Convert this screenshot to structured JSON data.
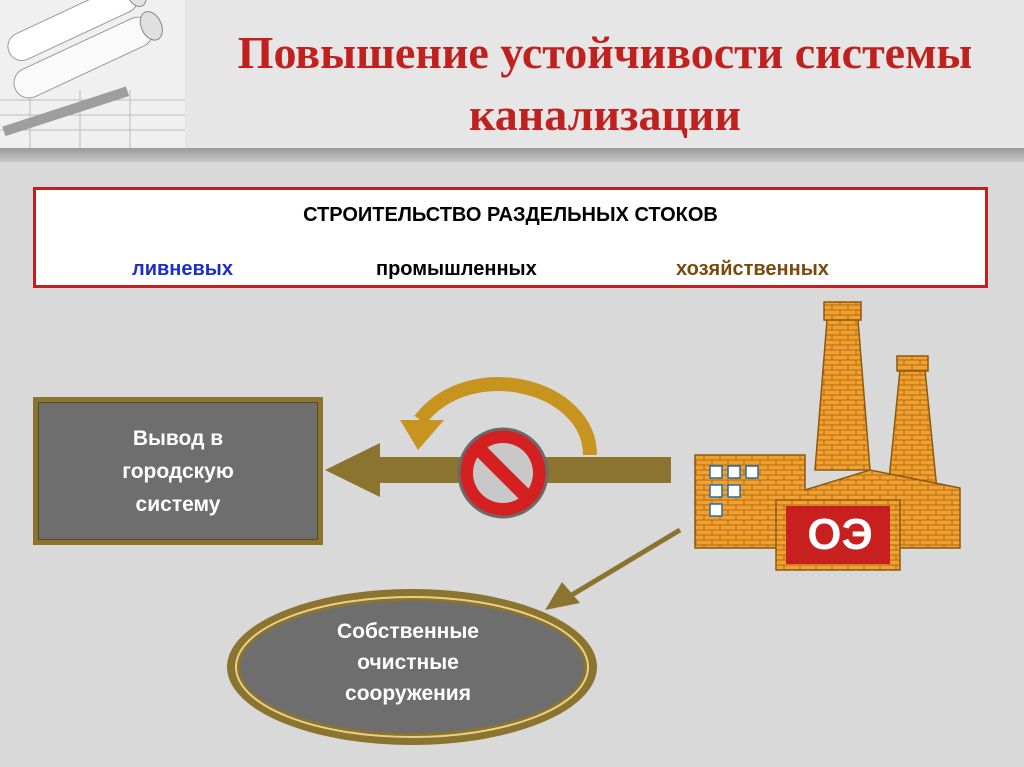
{
  "slide": {
    "title_line1": "Повышение устойчивости системы",
    "title_line2": "канализации"
  },
  "top_box": {
    "heading": "СТРОИТЕЛЬСТВО РАЗДЕЛЬНЫХ СТОКОВ",
    "options": {
      "rain": "ливневых",
      "industrial": "промышленных",
      "domestic": "хозяйственных"
    }
  },
  "city_box": {
    "text": "Вывод в городскую систему"
  },
  "treatment": {
    "text_line1": "Собственные",
    "text_line2": "очистные",
    "text_line3": "сооружения"
  },
  "factory": {
    "label": "ОЭ"
  },
  "colors": {
    "title": "#c0211f",
    "rain": "#1c2dc8",
    "domestic": "#7a4a0a",
    "brick": "#f2a030",
    "arrow": "#8b7330",
    "prohibit": "#d42020"
  },
  "icons": {
    "header_decor": "blueprint-rolls-icon",
    "prohibit": "no-entry-icon",
    "factory": "factory-icon"
  }
}
